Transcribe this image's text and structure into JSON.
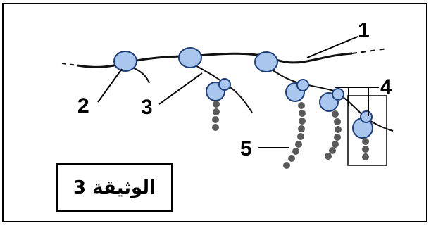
{
  "labels": {
    "l1": "1",
    "l2": "2",
    "l3": "3",
    "l4": "4",
    "l5": "5"
  },
  "caption": "الوثيقة 3",
  "colors": {
    "strand": "#111111",
    "ribosome_fill": "#a9c6ef",
    "ribosome_stroke": "#1f3f7a",
    "chain_bead": "#5a5a5a",
    "frame": "#000000"
  }
}
